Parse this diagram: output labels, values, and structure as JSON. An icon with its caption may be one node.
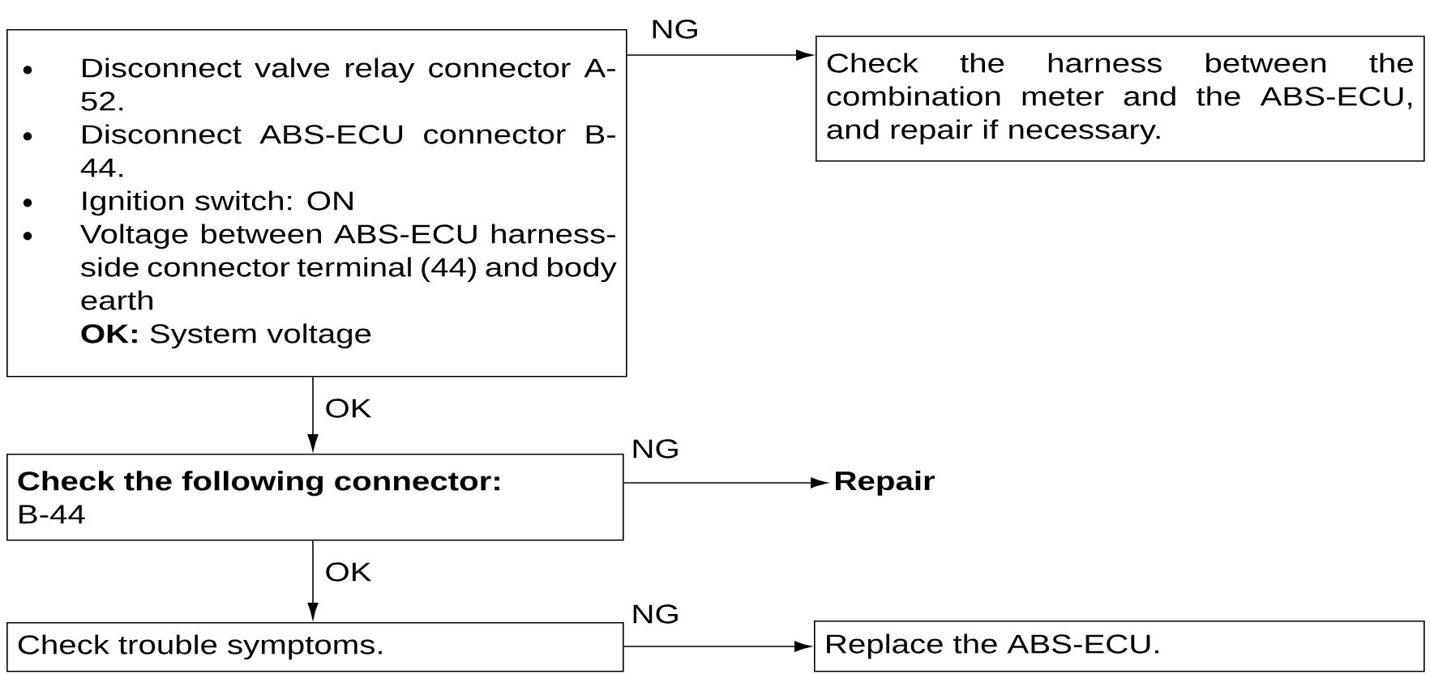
{
  "diagram": {
    "nodes": [
      {
        "text": [
          "Disconnect valve relay connector A-52.",
          "Disconnect ABS-ECU connector B-44.",
          "Ignition switch: ON",
          "Voltage between ABS-ECU harness-side connector terminal (44) and body earth",
          "**OK:** System voltage"
        ]
      },
      {
        "text": [
          "Check the harness between the combination meter and the ABS-ECU, and repair if necessary."
        ]
      },
      {
        "text": [
          "Check the following connector:",
          "B-44"
        ]
      },
      {
        "text": [
          "Repair"
        ]
      },
      {
        "text": [
          "Check trouble symptoms."
        ]
      },
      {
        "text": [
          "Replace the ABS-ECU."
        ]
      }
    ],
    "edges": [
      {
        "from": 0,
        "to": 1,
        "arrow": "to",
        "label": "NG"
      },
      {
        "from": 0,
        "to": 2,
        "arrow": "to",
        "label": "OK"
      },
      {
        "from": 2,
        "to": 3,
        "arrow": "to",
        "label": "NG"
      },
      {
        "from": 2,
        "to": 4,
        "arrow": "to",
        "label": "OK"
      },
      {
        "from": 4,
        "to": 5,
        "arrow": "to",
        "label": "NG"
      }
    ]
  }
}
